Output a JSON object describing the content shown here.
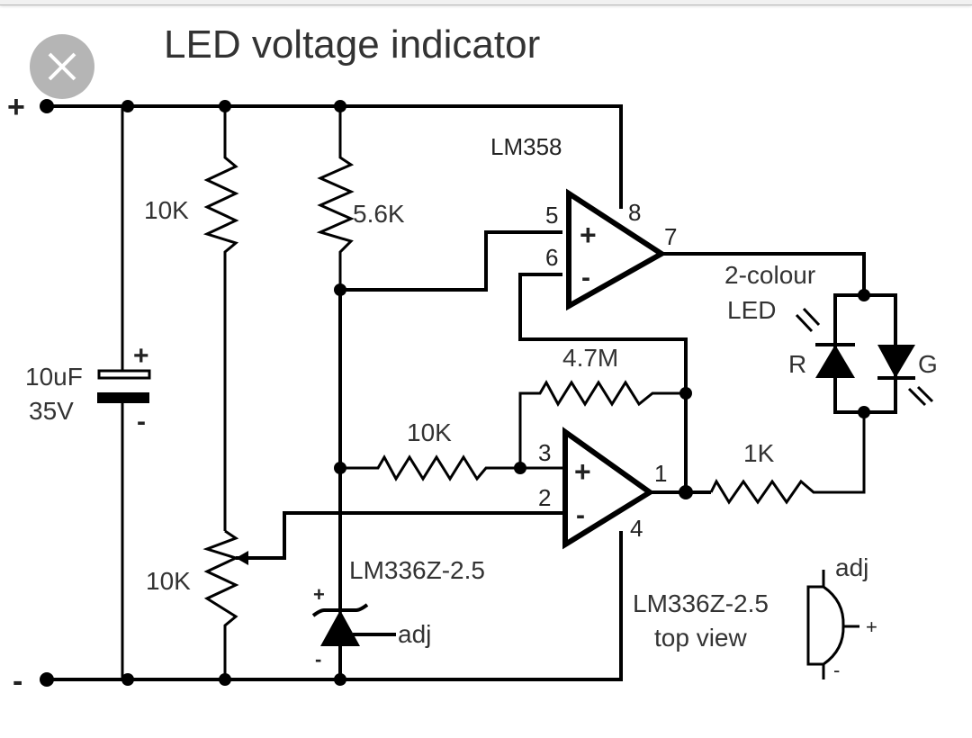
{
  "title": "LED voltage indicator",
  "close_button": {
    "icon": "close-icon"
  },
  "rails": {
    "positive": "+",
    "negative": "-"
  },
  "components": {
    "capacitor": {
      "value": "10uF",
      "voltage": "35V",
      "plus": "+",
      "minus": "-"
    },
    "r_top_left": {
      "value": "10K"
    },
    "r_top_mid": {
      "value": "5.6K"
    },
    "pot": {
      "value": "10K"
    },
    "r_mid": {
      "value": "10K"
    },
    "r_feedback": {
      "value": "4.7M"
    },
    "r_out": {
      "value": "1K"
    },
    "opamp_chip": {
      "label": "LM358"
    },
    "opamp_a_pins": {
      "p5": "5",
      "p6": "6",
      "p7": "7",
      "p8": "8",
      "plus": "+",
      "minus": "-"
    },
    "opamp_b_pins": {
      "p3": "3",
      "p2": "2",
      "p1": "1",
      "p4": "4",
      "plus": "+",
      "minus": "-"
    },
    "reference": {
      "label": "LM336Z-2.5",
      "plus": "+",
      "minus": "-",
      "adj": "adj"
    },
    "led": {
      "label_line1": "2-colour",
      "label_line2": "LED",
      "red": "R",
      "green": "G"
    },
    "pinout": {
      "label_line1": "LM336Z-2.5",
      "label_line2": "top view",
      "adj": "adj",
      "plus": "+",
      "minus": "-"
    }
  }
}
